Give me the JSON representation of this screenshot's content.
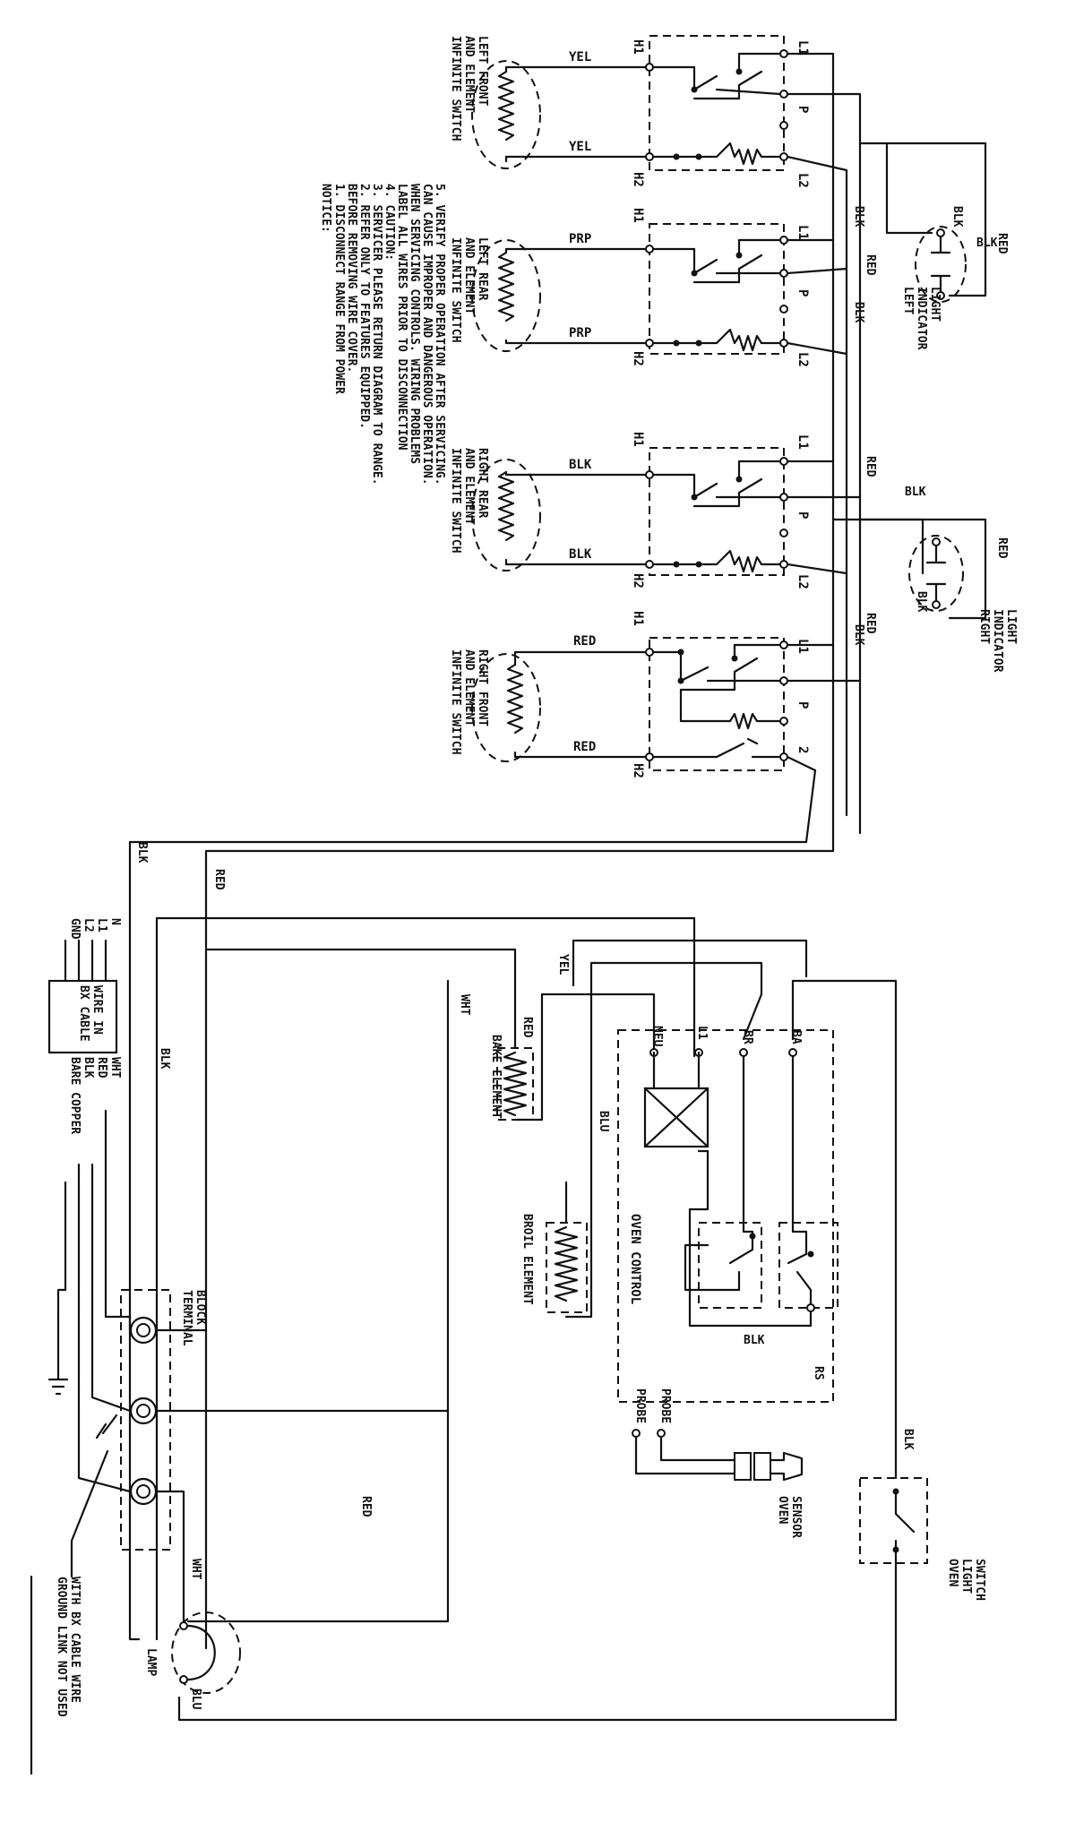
{
  "colors": {
    "ink": "#111111",
    "paper": "#ffffff"
  },
  "notice": {
    "title": "NOTICE:",
    "lines": [
      "1. DISCONNECT RANGE FROM POWER",
      "   BEFORE REMOVING WIRE COVER.",
      "2. REFER ONLY TO FEATURES EQUIPPED.",
      "3. SERVICER PLEASE RETURN DIAGRAM TO RANGE.",
      "4. CAUTION:",
      "   LABEL ALL WIRES PRIOR TO DISCONNECTION",
      "   WHEN SERVICING CONTROLS. WIRING PROBLEMS",
      "   CAN CAUSE IMPROPER AND DANGEROUS OPERATION.",
      "5. VERIFY PROPER OPERATION AFTER SERVICING."
    ]
  },
  "switches": [
    {
      "label1": "INFINITE SWITCH",
      "label2": "AND ELEMENT",
      "label3": "LEFT FRONT",
      "wire": "YEL"
    },
    {
      "label1": "INFINITE SWITCH",
      "label2": "AND ELEMENT",
      "label3": "LEFT REAR",
      "wire": "PRP"
    },
    {
      "label1": "INFINITE SWITCH",
      "label2": "AND ELEMENT",
      "label3": "RIGHT REAR",
      "wire": "BLK"
    },
    {
      "label1": "INFINITE SWITCH",
      "label2": "AND ELEMENT",
      "label3": "RIGHT FRONT",
      "wire": "RED"
    }
  ],
  "terminals": {
    "h1": "H1",
    "h2": "H2",
    "l1": "L1",
    "l2": "L2",
    "p": "P",
    "two": "2"
  },
  "wires": {
    "blk": "BLK",
    "red": "RED",
    "wht": "WHT",
    "blu": "BLU",
    "yel": "YEL"
  },
  "indicators": {
    "left": [
      "LEFT",
      "INDICATOR",
      "LIGHT"
    ],
    "right": [
      "RIGHT",
      "INDICATOR",
      "LIGHT"
    ]
  },
  "oven": {
    "control": "OVEN CONTROL",
    "neu": "NEU",
    "l1": "L1",
    "br": "BR",
    "ba": "BA",
    "rs": "RS",
    "probe": "PROBE",
    "bake": "BAKE ELEMENT",
    "broil": "BROIL ELEMENT",
    "sensor": [
      "OVEN",
      "SENSOR"
    ],
    "light_switch": [
      "OVEN",
      "LIGHT",
      "SWITCH"
    ],
    "lamp": "LAMP"
  },
  "power": {
    "n": "N",
    "l1": "L1",
    "l2": "L2",
    "gnd": "GND",
    "cable": [
      "WIRE IN",
      "BX CABLE"
    ],
    "cable_wht": "WHT",
    "cable_red": "RED",
    "cable_blk": "BLK",
    "cable_bare": "BARE COPPER",
    "terminal_block": [
      "TERMINAL",
      "BLOCK"
    ],
    "ground_note": [
      "GROUND LINK NOT USED",
      "WITH BX CABLE WIRE"
    ]
  }
}
